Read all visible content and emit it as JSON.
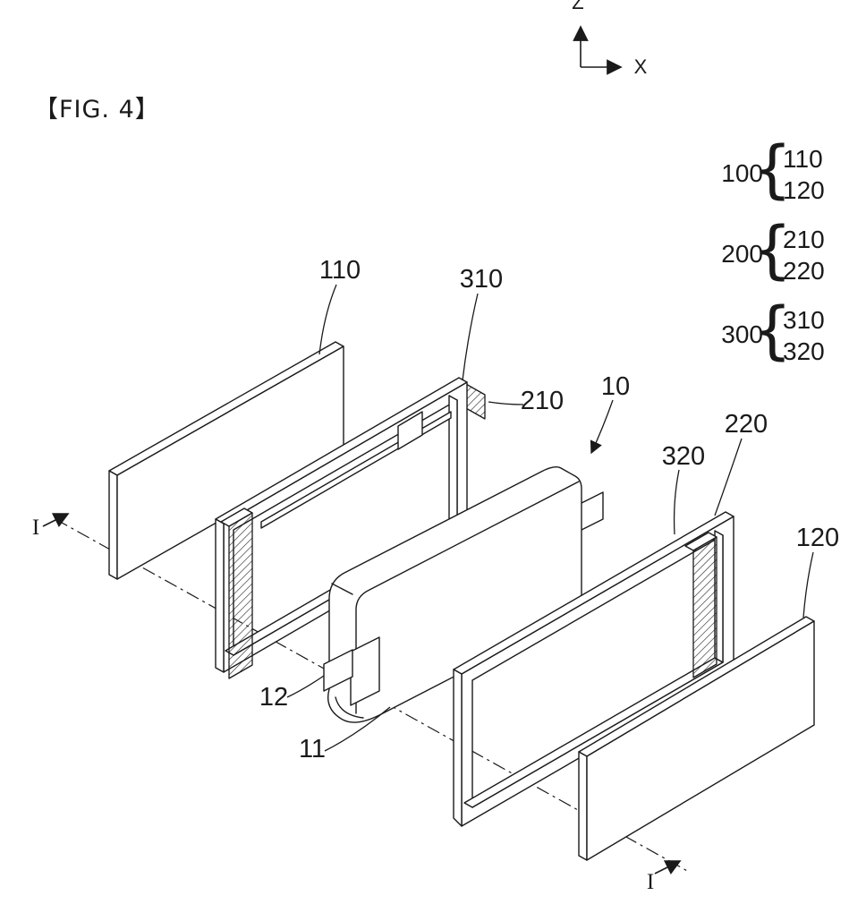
{
  "figure": {
    "label": "【FIG. 4】"
  },
  "axes": {
    "vertical": "Z",
    "horizontal": "X"
  },
  "groups": [
    {
      "id": "100",
      "members": [
        "110",
        "120"
      ]
    },
    {
      "id": "200",
      "members": [
        "210",
        "220"
      ]
    },
    {
      "id": "300",
      "members": [
        "310",
        "320"
      ]
    }
  ],
  "part_labels": {
    "plate_110": "110",
    "frame_310": "310",
    "adhesive_210": "210",
    "cell_10": "10",
    "adhesive_320": "320",
    "frame_220": "220",
    "plate_120": "120",
    "tab_12": "12",
    "body_11": "11"
  },
  "section": {
    "left_marker": "I",
    "right_marker": "I"
  },
  "colors": {
    "line": "#1a1a1a",
    "background": "#ffffff"
  }
}
